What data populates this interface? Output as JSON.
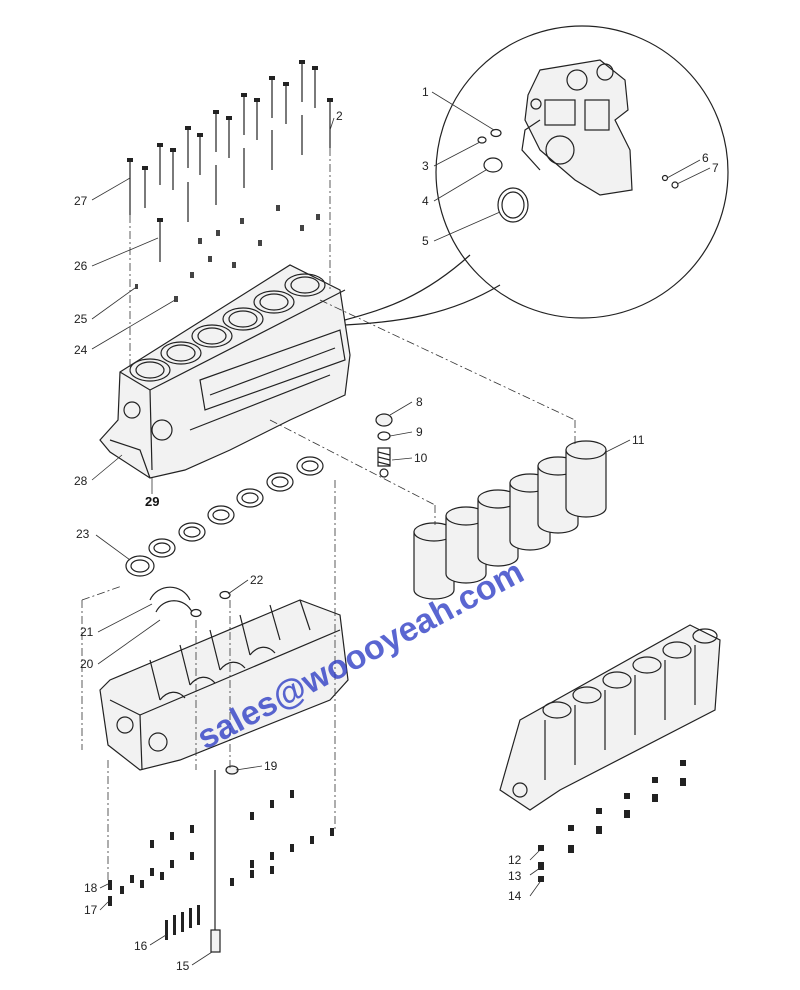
{
  "diagram": {
    "watermark": "sales@woooyeah.com",
    "callouts": [
      {
        "id": "c1",
        "label": "1"
      },
      {
        "id": "c2",
        "label": "2"
      },
      {
        "id": "c3",
        "label": "3"
      },
      {
        "id": "c4",
        "label": "4"
      },
      {
        "id": "c5",
        "label": "5"
      },
      {
        "id": "c6",
        "label": "6"
      },
      {
        "id": "c7",
        "label": "7"
      },
      {
        "id": "c8",
        "label": "8"
      },
      {
        "id": "c9",
        "label": "9"
      },
      {
        "id": "c10",
        "label": "10"
      },
      {
        "id": "c11",
        "label": "11"
      },
      {
        "id": "c12",
        "label": "12"
      },
      {
        "id": "c13",
        "label": "13"
      },
      {
        "id": "c14",
        "label": "14"
      },
      {
        "id": "c15",
        "label": "15"
      },
      {
        "id": "c16",
        "label": "16"
      },
      {
        "id": "c17",
        "label": "17"
      },
      {
        "id": "c18",
        "label": "18"
      },
      {
        "id": "c19",
        "label": "19"
      },
      {
        "id": "c20",
        "label": "20"
      },
      {
        "id": "c21",
        "label": "21"
      },
      {
        "id": "c22",
        "label": "22"
      },
      {
        "id": "c23",
        "label": "23"
      },
      {
        "id": "c24",
        "label": "24"
      },
      {
        "id": "c25",
        "label": "25"
      },
      {
        "id": "c26",
        "label": "26"
      },
      {
        "id": "c27",
        "label": "27"
      },
      {
        "id": "c28",
        "label": "28"
      },
      {
        "id": "c29",
        "label": "29"
      }
    ],
    "colors": {
      "line": "#222222",
      "watermark": "#2b3bc4",
      "background": "#ffffff"
    }
  }
}
